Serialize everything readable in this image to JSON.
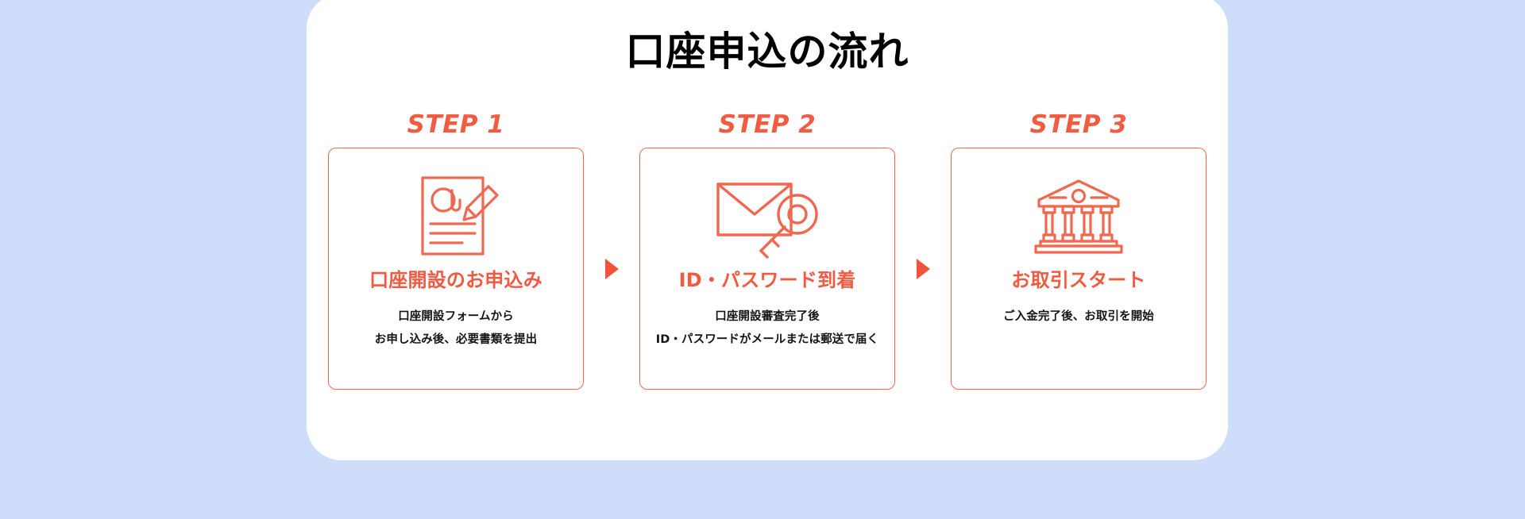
{
  "colors": {
    "background": "#cdddfa",
    "panel": "#ffffff",
    "accent": "#f05a41",
    "card_border": "#ef684f",
    "title_text": "#000000",
    "body_text": "#141414"
  },
  "panel": {
    "title": "口座申込の流れ"
  },
  "steps": [
    {
      "label": "STEP 1",
      "icon": "document-pencil-icon",
      "heading": "口座開設のお申込み",
      "desc_lines": [
        "口座開設フォームから",
        "お申し込み後、必要書類を提出"
      ]
    },
    {
      "label": "STEP 2",
      "icon": "envelope-key-icon",
      "heading": "ID・パスワード到着",
      "desc_lines": [
        "口座開設審査完了後",
        "ID・パスワードがメールまたは郵送で届く"
      ]
    },
    {
      "label": "STEP 3",
      "icon": "bank-building-icon",
      "heading": "お取引スタート",
      "desc_lines": [
        "ご入金完了後、お取引を開始"
      ]
    }
  ],
  "arrows": [
    {
      "name": "arrow-step1-to-step2",
      "icon": "triangle-right-icon"
    },
    {
      "name": "arrow-step2-to-step3",
      "icon": "triangle-right-icon"
    }
  ]
}
